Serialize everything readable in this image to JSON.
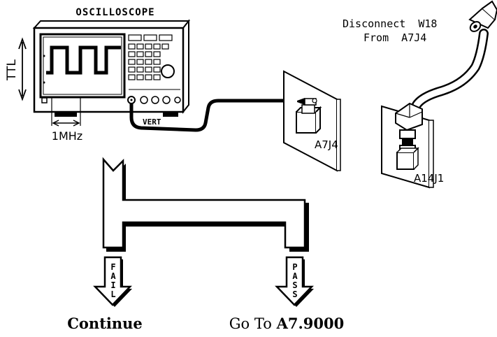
{
  "oscilloscope": {
    "title": "OSCILLOSCOPE",
    "amplitude_label": "TTL",
    "frequency_label": "1MHz",
    "input_label": "VERT"
  },
  "connectors": {
    "upper": "A7J4",
    "lower": "A14J1"
  },
  "instruction": {
    "line1": "Disconnect  W18",
    "line2": "From  A7J4"
  },
  "outcomes": {
    "fail_arrow": [
      "F",
      "A",
      "I",
      "L"
    ],
    "pass_arrow": [
      "P",
      "A",
      "S",
      "S"
    ],
    "fail_action": "Continue",
    "pass_prefix": "Go To",
    "pass_target": "A7.9000"
  }
}
